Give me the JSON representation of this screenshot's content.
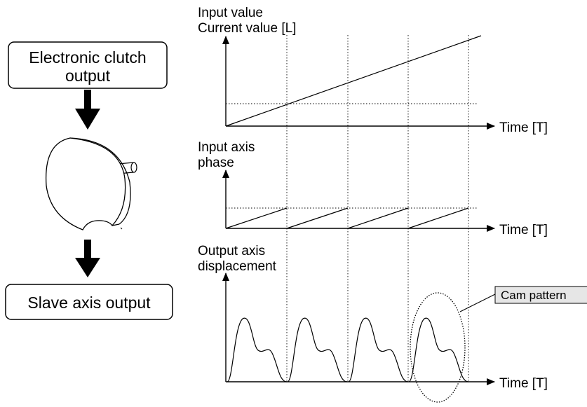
{
  "left_flow": {
    "top_box_line1": "Electronic clutch",
    "top_box_line2": "output",
    "bottom_box": "Slave axis output",
    "cam_icon": "cam-disk-icon",
    "arrow_icon": "down-arrow-icon"
  },
  "graphs": {
    "g1": {
      "ylabel_line1": "Input value",
      "ylabel_line2": "Current value [L]",
      "xlabel": "Time [T]"
    },
    "g2": {
      "ylabel_line1": "Input axis",
      "ylabel_line2": "phase",
      "xlabel": "Time [T]"
    },
    "g3": {
      "ylabel_line1": "Output axis",
      "ylabel_line2": "displacement",
      "xlabel": "Time [T]"
    }
  },
  "callout": {
    "label": "Cam pattern"
  }
}
